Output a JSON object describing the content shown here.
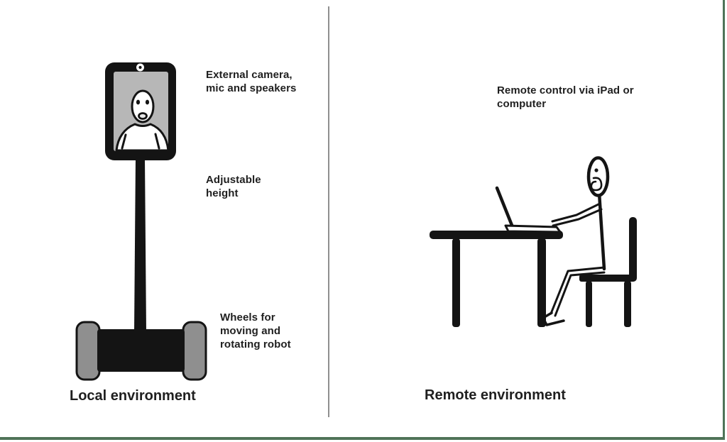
{
  "diagram": {
    "subject": "telepresence-robot-overview",
    "left_panel": {
      "title": "Local environment",
      "annotations": [
        {
          "target": "tablet-head",
          "lines": [
            "External camera,",
            "mic and speakers"
          ]
        },
        {
          "target": "pole",
          "lines": [
            "Adjustable",
            "height"
          ]
        },
        {
          "target": "wheel-base",
          "lines": [
            "Wheels for",
            "moving and",
            "rotating robot"
          ]
        }
      ]
    },
    "right_panel": {
      "title": "Remote environment",
      "annotations": [
        {
          "target": "remote-user",
          "lines": [
            "Remote control via iPad or",
            "computer"
          ]
        }
      ]
    },
    "icons": [
      "telepresence-robot-illustration",
      "remote-user-at-desk-illustration"
    ],
    "colors": {
      "ink": "#141414",
      "screen_gray": "#b7b7b7",
      "wheel_gray": "#8f8f8f",
      "divider_gray": "#8f8f8f",
      "border_green": "#4f7358",
      "background": "#ffffff",
      "text": "#1f1f1f"
    }
  }
}
